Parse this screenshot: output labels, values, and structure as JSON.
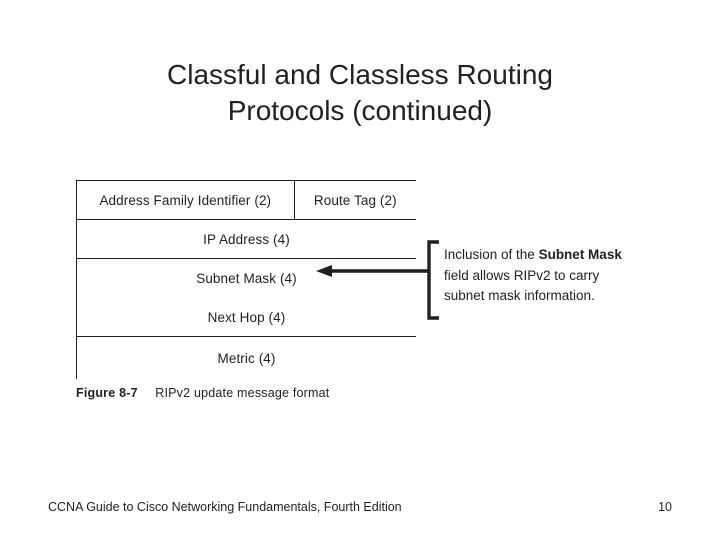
{
  "slide": {
    "title_lines": [
      "Classful and Classless Routing",
      "Protocols (continued)"
    ]
  },
  "figure": {
    "caption_label": "Figure 8-7",
    "caption_text": "RIPv2 update message format",
    "packet_rows": [
      {
        "cells": [
          {
            "label": "Address Family Identifier (2)",
            "width": "left-half"
          },
          {
            "label": "Route Tag (2)",
            "width": "right-half"
          }
        ]
      },
      {
        "cells": [
          {
            "label": "IP Address (4)",
            "width": "full"
          }
        ]
      },
      {
        "cells": [
          {
            "label": "Subnet Mask (4)",
            "width": "full"
          }
        ]
      },
      {
        "cells": [
          {
            "label": "Next Hop (4)",
            "width": "full"
          }
        ]
      },
      {
        "cells": [
          {
            "label": "Metric (4)",
            "width": "full"
          }
        ]
      }
    ],
    "callout_lines": [
      "Inclusion of the Subnet Mask",
      "field allows RIPv2 to carry",
      "subnet mask information."
    ],
    "callout_bold_terms": [
      "Subnet Mask"
    ],
    "callout_target_row": "Subnet Mask (4)"
  },
  "footer": {
    "text": "CCNA Guide to Cisco Networking Fundamentals, Fourth Edition",
    "page_number": "10"
  },
  "colors": {
    "ink": "#231f20",
    "background": "#ffffff"
  }
}
